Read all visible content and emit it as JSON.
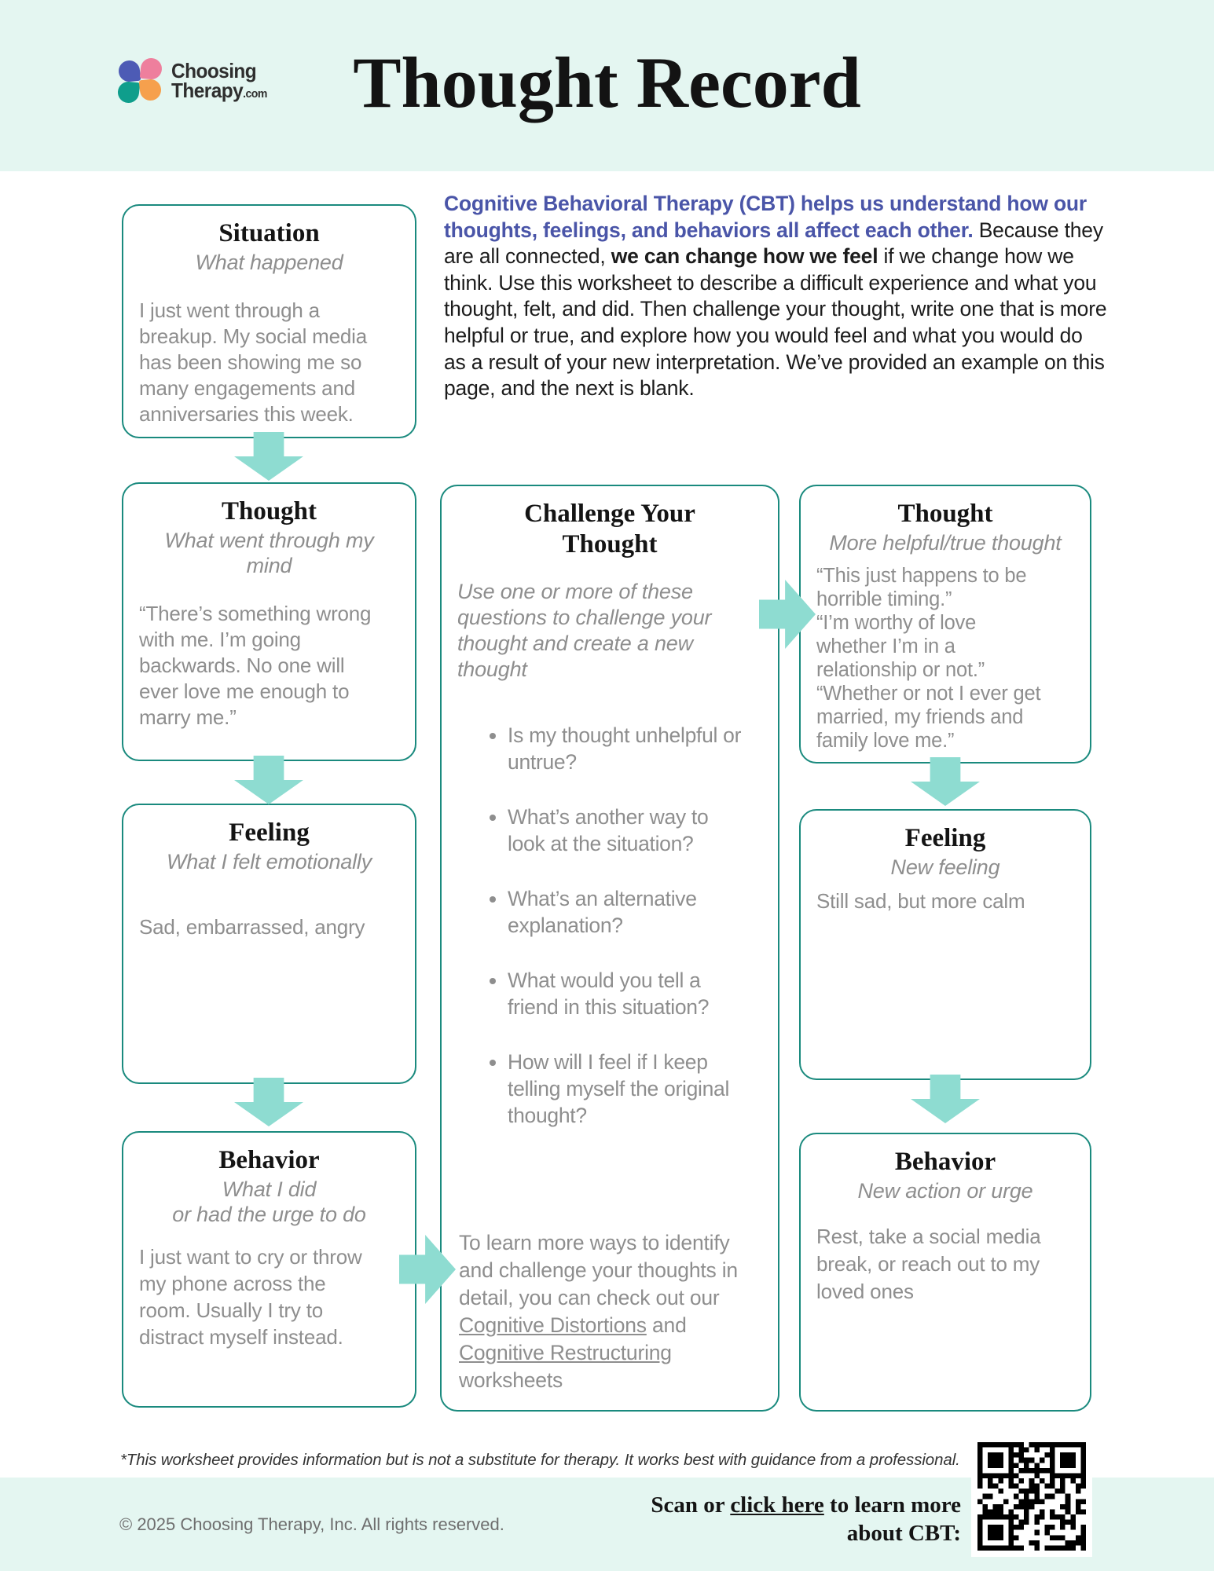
{
  "theme": {
    "mint": "#e4f6f1",
    "teal": "#1a8a7e",
    "arrow": "#8edcd1",
    "accent": "#4a55a8",
    "gray": "#8e8e8e",
    "ink": "#1c1c1c"
  },
  "header": {
    "brand_line1": "Choosing",
    "brand_line2": "Therapy",
    "brand_suffix": ".com",
    "title": "Thought Record"
  },
  "intro": {
    "segments": [
      {
        "text": "Cognitive Behavioral Therapy (CBT) helps us understand how our thoughts, feelings, and behaviors all affect each other.",
        "style": "accent-bold"
      },
      {
        "text": " Because they are all connected, ",
        "style": "normal"
      },
      {
        "text": "we can change how we feel",
        "style": "bold"
      },
      {
        "text": " if we change how we think. Use this worksheet to describe a difficult experience and what you thought, felt, and did. Then challenge your thought, write one that is more helpful or true, and explore how you would feel and what you would do as a result of your new interpretation. We’ve provided an example on this page, and the next is blank.",
        "style": "normal"
      }
    ]
  },
  "example_flow": {
    "situation": {
      "title": "Situation",
      "subtitle": "What happened",
      "body": "I just went through a\nbreakup. My social media\nhas been showing me so\nmany engagements and\nanniversaries this week."
    },
    "thought": {
      "title": "Thought",
      "subtitle": "What went through my mind",
      "body": "“There’s something wrong\nwith me. I’m going\nbackwards. No one will\never love me enough to\nmarry me.”"
    },
    "feeling": {
      "title": "Feeling",
      "subtitle": "What I felt emotionally",
      "body": "Sad, embarrassed, angry"
    },
    "behavior": {
      "title": "Behavior",
      "subtitle": "What I did\nor had the urge to do",
      "body": "I just want to cry or throw\nmy phone across the\nroom. Usually I try to\ndistract myself instead."
    }
  },
  "challenge": {
    "title": "Challenge Your\nThought",
    "subtitle": "Use one or more of these\nquestions to challenge your\nthought and create a new\nthought",
    "questions": [
      "Is my thought unhelpful or\nuntrue?",
      "What’s another way to\nlook at the situation?",
      "What’s an alternative\nexplanation?",
      "What would you tell a\nfriend in this situation?",
      "How will I feel if I keep\ntelling myself the original\nthought?"
    ],
    "footer_segments": [
      {
        "text": "To learn more ways to identify and challenge your thoughts in detail, you can check out our ",
        "style": "normal"
      },
      {
        "text": "Cognitive Distortions",
        "style": "link",
        "name": "cognitive-distortions-link"
      },
      {
        "text": " and ",
        "style": "normal"
      },
      {
        "text": "Cognitive Restructuring",
        "style": "link",
        "name": "cognitive-restructuring-link"
      },
      {
        "text": " worksheets",
        "style": "normal"
      }
    ]
  },
  "new_flow": {
    "thought": {
      "title": "Thought",
      "subtitle": "More helpful/true thought",
      "body": "“This just happens to be\nhorrible timing.”\n “I’m worthy of love\nwhether I’m in a\nrelationship or not.”\n“Whether or not I ever get\nmarried, my friends and\nfamily love me.”"
    },
    "feeling": {
      "title": "Feeling",
      "subtitle": "New feeling",
      "body": "Still sad, but more calm"
    },
    "behavior": {
      "title": "Behavior",
      "subtitle": "New action or urge",
      "body": "Rest, take a social media\nbreak, or reach out to my\nloved ones"
    }
  },
  "footer": {
    "disclaimer": "*This worksheet provides information but is not a substitute for therapy. It works best with guidance from a professional.",
    "copyright": "© 2025 Choosing Therapy, Inc. All rights reserved.",
    "scan_segments": [
      {
        "text": "Scan or ",
        "style": "normal"
      },
      {
        "text": "click here",
        "style": "link",
        "name": "click-here-link"
      },
      {
        "text": " to learn more about CBT:",
        "style": "normal"
      }
    ]
  }
}
